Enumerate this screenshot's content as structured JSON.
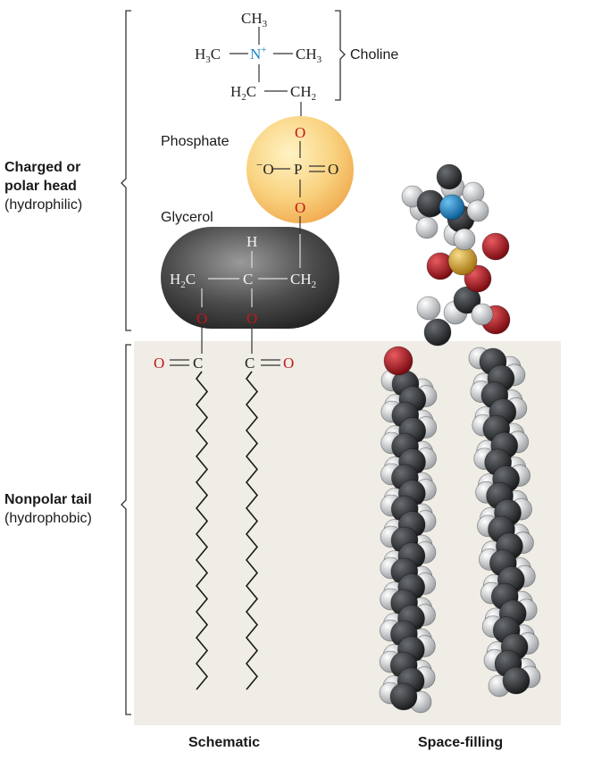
{
  "labels": {
    "head_line1": "Charged or",
    "head_line2": "polar head",
    "head_sub": "(hydrophilic)",
    "tail_line1": "Nonpolar tail",
    "tail_sub": "(hydrophobic)",
    "choline": "Choline",
    "phosphate": "Phosphate",
    "glycerol": "Glycerol",
    "schematic": "Schematic",
    "space_filling": "Space-filling"
  },
  "formula": {
    "ch3": "CH",
    "sub3": "3",
    "h3c": "H",
    "c": "C",
    "n_plus": "N",
    "plus": "+",
    "h2c": "H",
    "ch2": "CH",
    "sub2": "2",
    "o": "O",
    "p": "P",
    "minus": "−",
    "h": "H",
    "o_eq_c": "O═C",
    "c_eq_o": "C═O"
  },
  "colors": {
    "tail_region": "#efede6",
    "phosphate_ball": "#f7c46a",
    "glycerol_ball": "#4a4a4a",
    "nitrogen": "#1c86c8",
    "oxygen": "#c4161c",
    "carbon_atom": "#2b2d2f",
    "hydrogen_atom": "#d8d8d8",
    "phosphorus_atom": "#d9a434"
  }
}
